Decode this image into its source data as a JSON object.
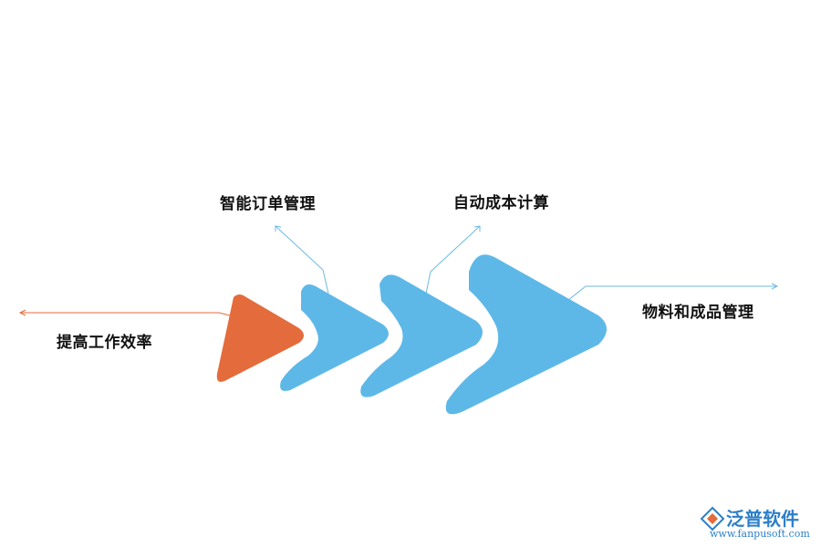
{
  "diagram": {
    "labels": {
      "efficiency": "提高工作效率",
      "order": "智能订单管理",
      "cost": "自动成本计算",
      "material": "物料和成品管理"
    },
    "colors": {
      "orange": "#e46b3b",
      "blue": "#5db8e8",
      "orange_line": "#e46b3b",
      "blue_line": "#6cb9e3"
    }
  },
  "logo": {
    "name": "泛普软件",
    "url": "www.fanpusoft.com"
  }
}
